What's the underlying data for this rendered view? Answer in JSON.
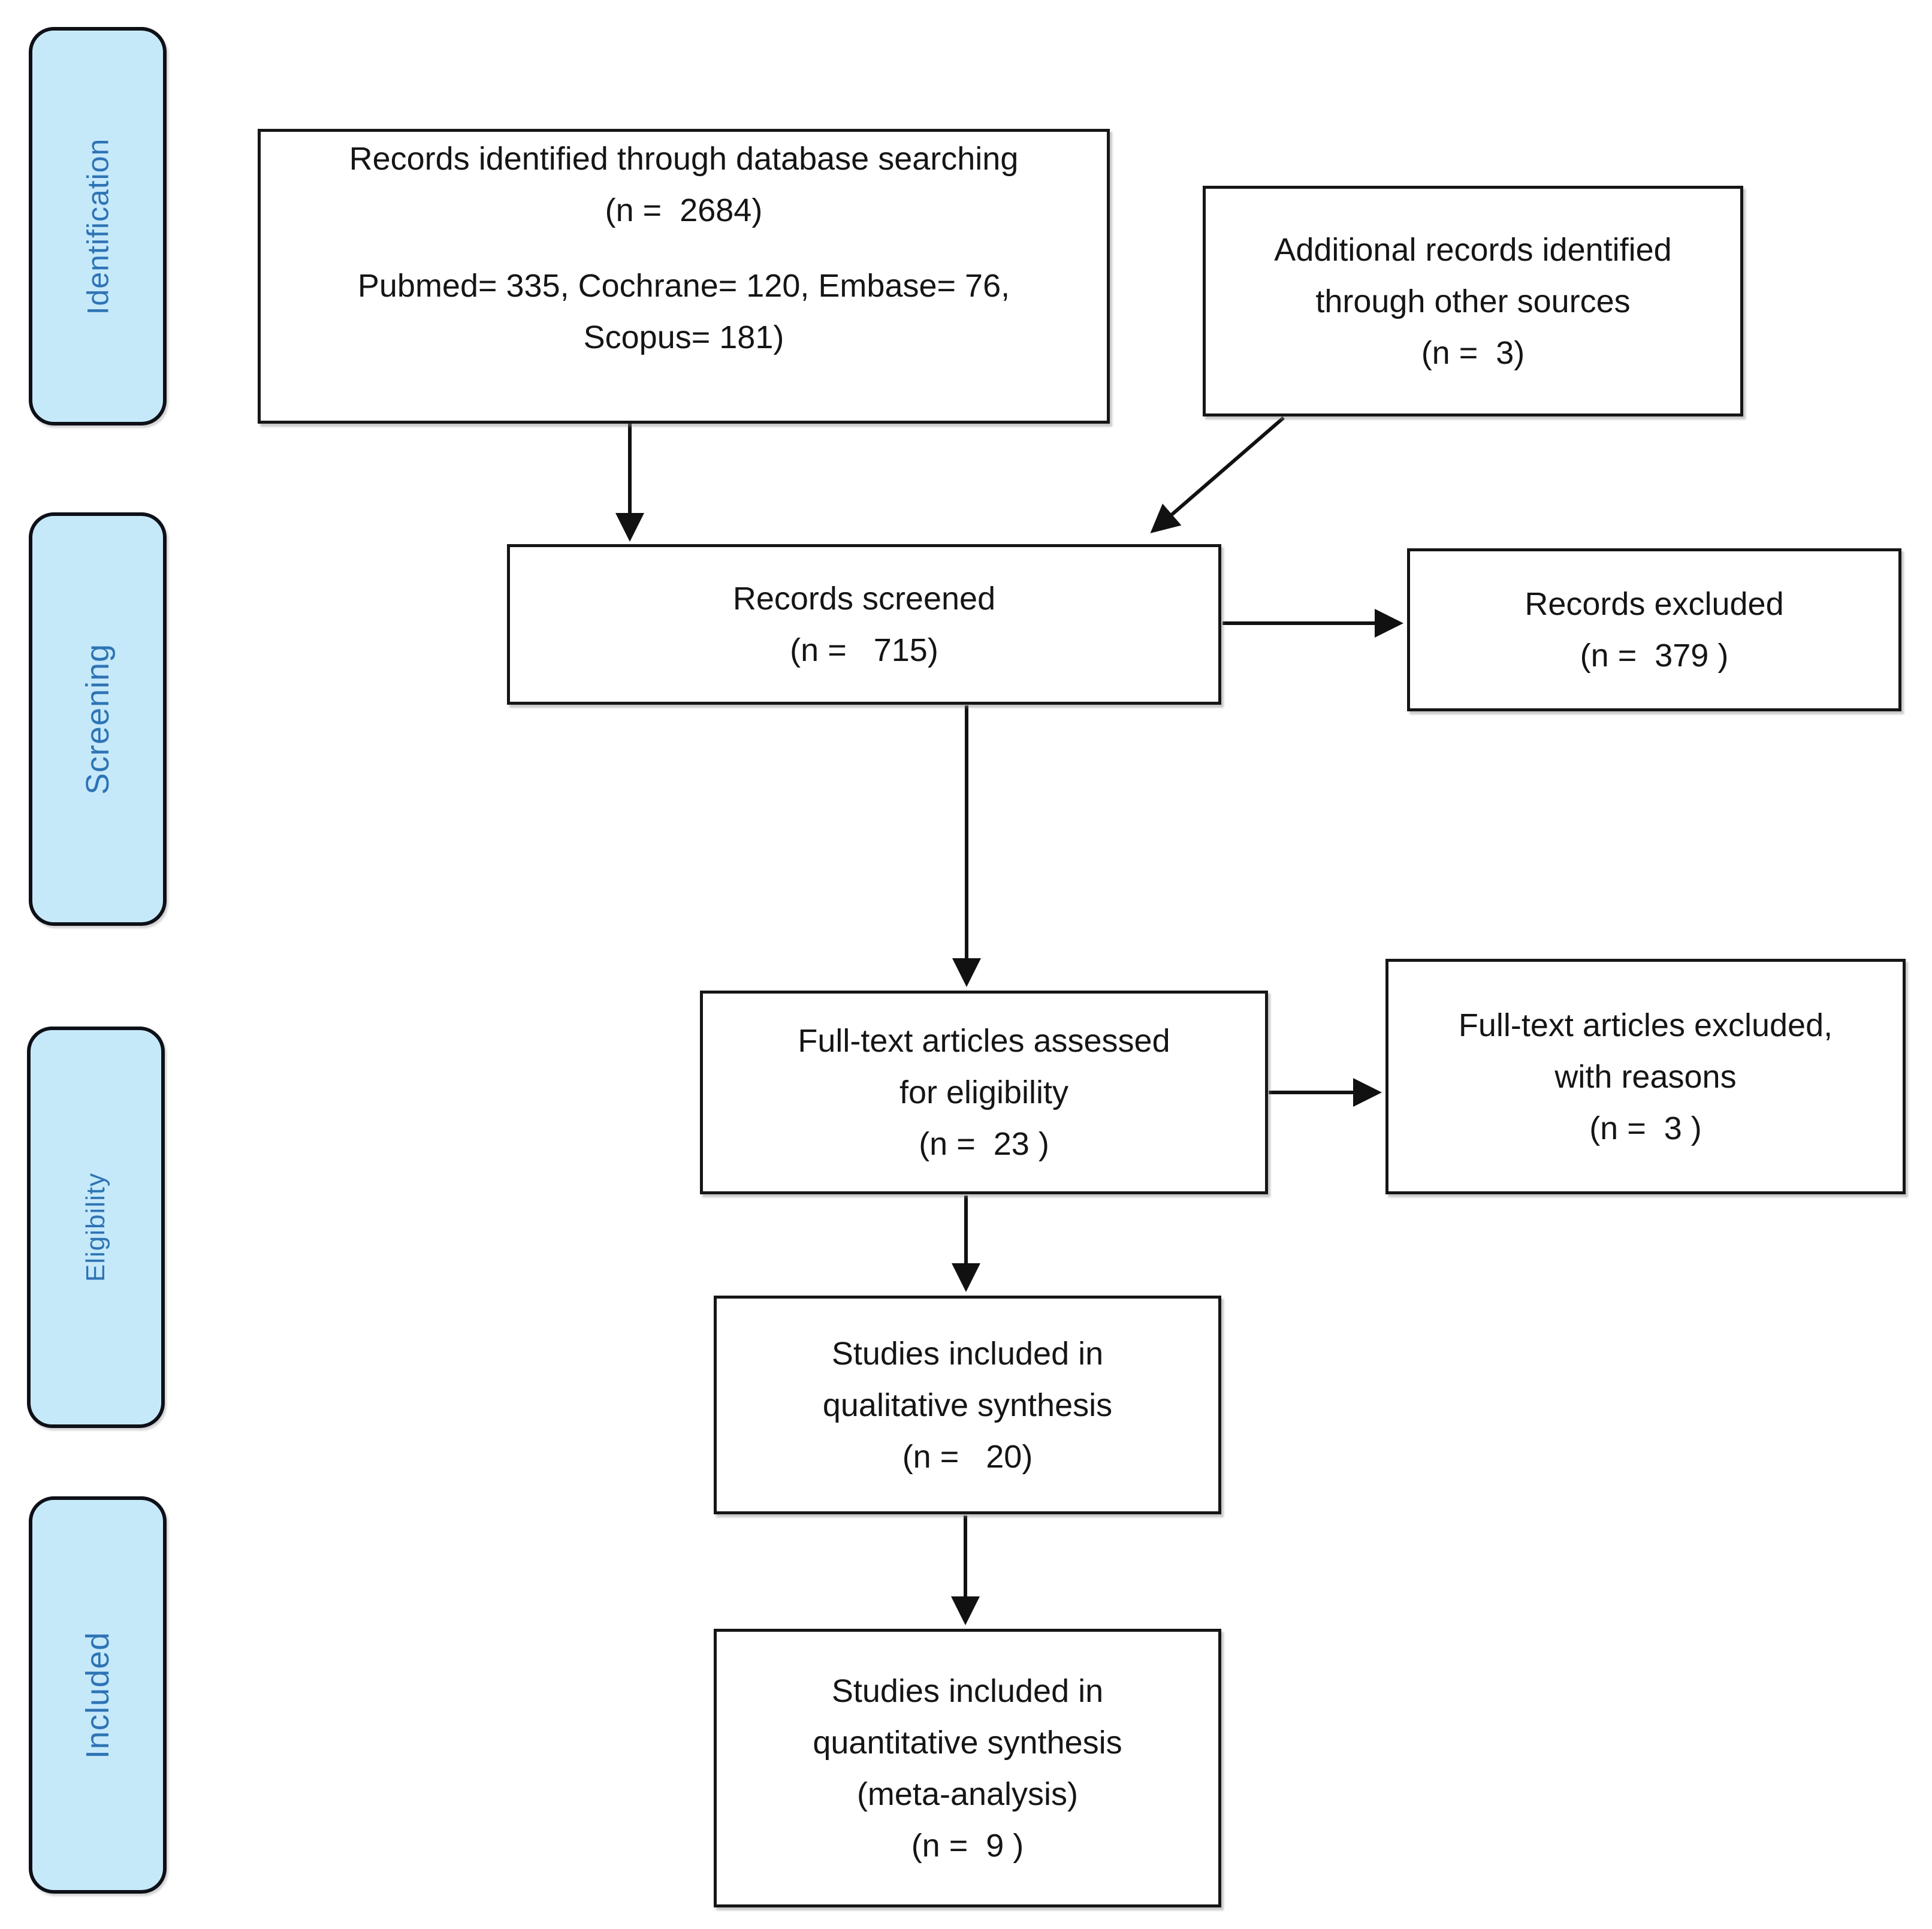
{
  "stages": [
    {
      "id": "identification",
      "label": "Identification"
    },
    {
      "id": "screening",
      "label": "Screening"
    },
    {
      "id": "eligibility",
      "label": "Eligibility"
    },
    {
      "id": "included",
      "label": "Included"
    }
  ],
  "boxes": {
    "identified": {
      "lines": [
        "Records identified through database searching",
        "(n =  2684)",
        "Pubmed= 335, Cochrane= 120, Embase= 76,",
        "Scopus= 181)"
      ]
    },
    "additional": {
      "lines": [
        "Additional records identified",
        "through other sources",
        "(n =  3)"
      ]
    },
    "screened": {
      "lines": [
        "Records screened",
        "(n =   715)"
      ]
    },
    "records_excluded": {
      "lines": [
        "Records excluded",
        "(n =  379 )"
      ]
    },
    "fulltext_assessed": {
      "lines": [
        "Full-text articles assessed",
        "for eligibility",
        "(n =  23 )"
      ]
    },
    "fulltext_excluded": {
      "lines": [
        "Full-text articles excluded,",
        "with reasons",
        "(n =  3 )"
      ]
    },
    "qualitative": {
      "lines": [
        "Studies included in",
        "qualitative synthesis",
        "(n =   20)"
      ]
    },
    "quantitative": {
      "lines": [
        "Studies included in",
        "quantitative synthesis",
        "(meta-analysis)",
        "(n =  9 )"
      ]
    }
  },
  "colors": {
    "stage_fill": "#c6e9fa",
    "stage_text": "#2e74b5",
    "box_background": "#ffffff",
    "box_border": "#161616",
    "arrow": "#111111"
  }
}
